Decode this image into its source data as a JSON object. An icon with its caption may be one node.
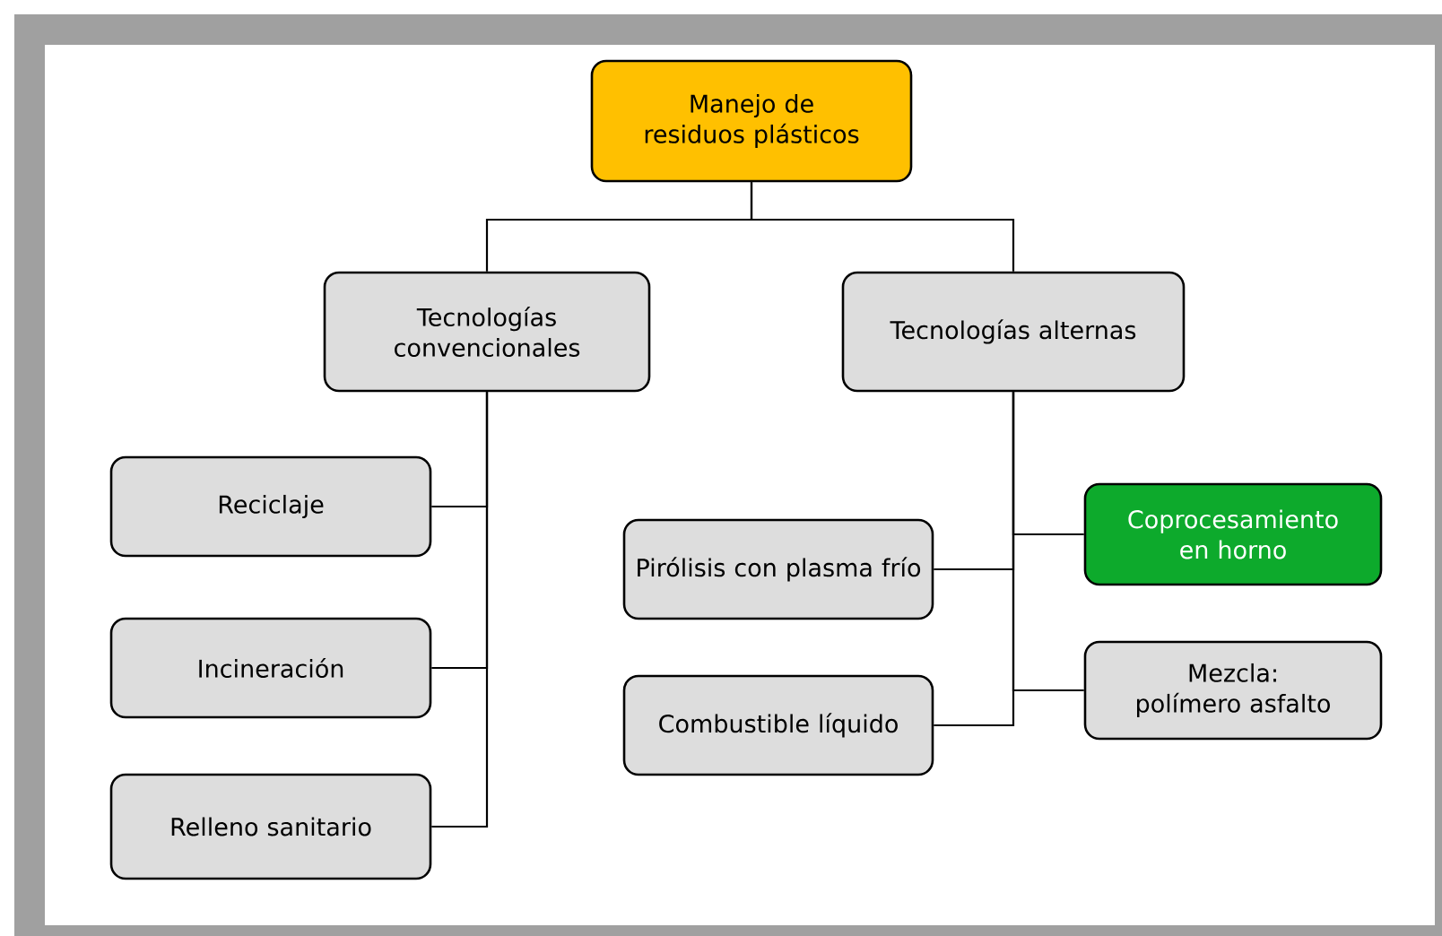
{
  "diagram": {
    "nodes": [
      {
        "text": [
          "Manejo de residuos plásticos"
        ]
      },
      {
        "text": [
          "Tecnologías convencionales"
        ]
      },
      {
        "text": [
          "Tecnologías alternas"
        ]
      },
      {
        "text": [
          "Reciclaje"
        ]
      },
      {
        "text": [
          "Incineración"
        ]
      },
      {
        "text": [
          "Relleno sanitario"
        ]
      },
      {
        "text": [
          "Pirólisis con plasma frío"
        ]
      },
      {
        "text": [
          "Coprocesamiento en horno"
        ]
      },
      {
        "text": [
          "Combustible líquido"
        ]
      },
      {
        "text": [
          "Mezcla: polímero asfalto"
        ]
      }
    ],
    "edges": [
      {
        "from": 0,
        "to": 1,
        "arrow": "none"
      },
      {
        "from": 0,
        "to": 2,
        "arrow": "none"
      },
      {
        "from": 1,
        "to": 3,
        "arrow": "none"
      },
      {
        "from": 1,
        "to": 4,
        "arrow": "none"
      },
      {
        "from": 1,
        "to": 5,
        "arrow": "none"
      },
      {
        "from": 2,
        "to": 6,
        "arrow": "none"
      },
      {
        "from": 2,
        "to": 7,
        "arrow": "none"
      },
      {
        "from": 2,
        "to": 8,
        "arrow": "none"
      },
      {
        "from": 2,
        "to": 9,
        "arrow": "none"
      }
    ]
  }
}
